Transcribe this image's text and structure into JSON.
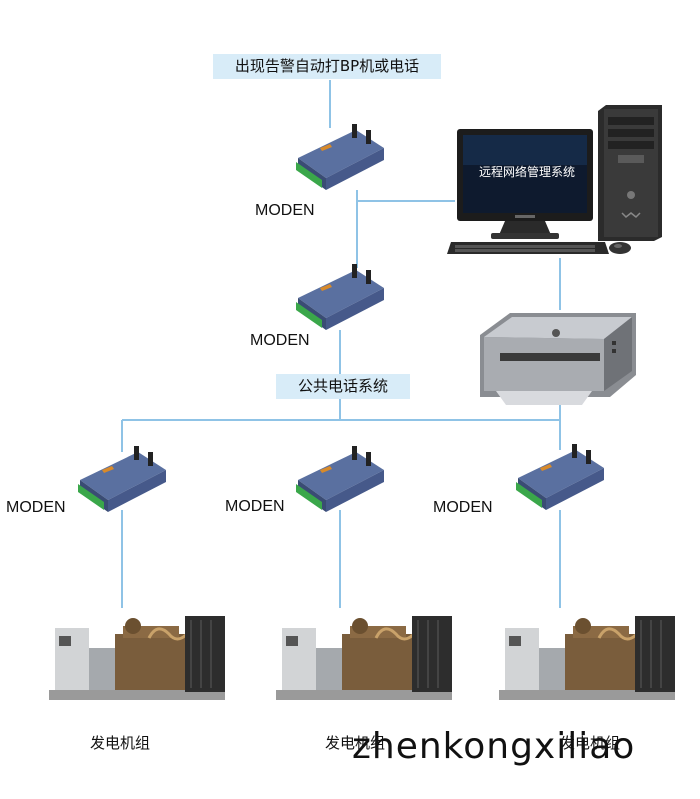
{
  "labels": {
    "alarm": "出现告警自动打BP机或电话",
    "phone_system": "公共电话系统",
    "screen": "远程网络管理系统"
  },
  "modems": [
    {
      "label": "MODEN"
    },
    {
      "label": "MODEN"
    },
    {
      "label": "MODEN"
    },
    {
      "label": "MODEN"
    },
    {
      "label": "MODEN"
    }
  ],
  "generators": [
    {
      "label": "发电机组"
    },
    {
      "label": "发电机组"
    },
    {
      "label": "发电机组"
    }
  ],
  "watermark": "zhenkongxiliao",
  "colors": {
    "wire": "#8fc3e6",
    "label_bg": "#d8ecf8",
    "modem_body": "#4a5f88",
    "modem_terminal": "#3aa74a",
    "screen": "#0e1a2e"
  },
  "icons": {
    "modem": "modem-icon",
    "generator": "generator-icon",
    "monitor": "monitor-icon",
    "tower": "pc-tower-icon",
    "keyboard": "keyboard-icon",
    "mouse": "mouse-icon",
    "printer": "printer-icon"
  }
}
